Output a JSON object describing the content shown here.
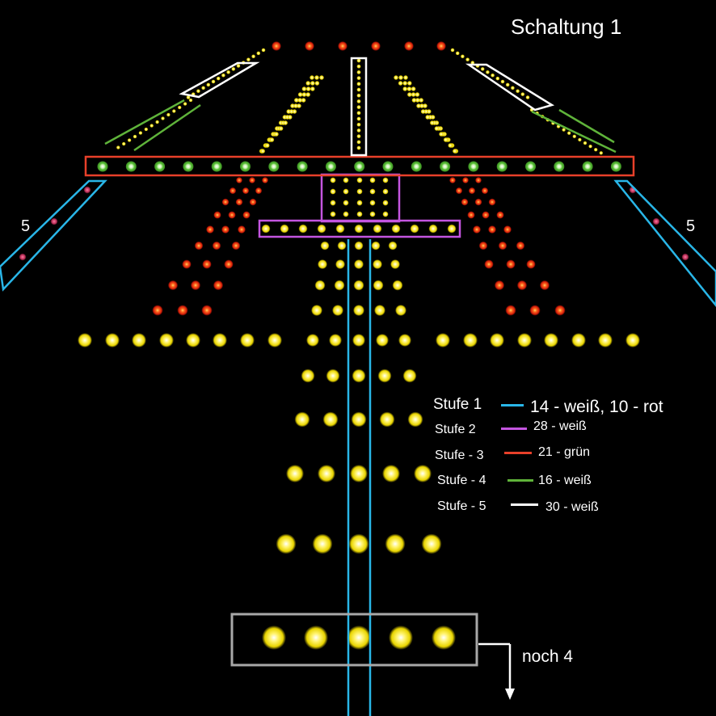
{
  "title": "Schaltung 1",
  "side_label_left": "5",
  "side_label_right": "5",
  "continuation_label": "noch 4",
  "colors": {
    "background": "#000000",
    "stage1": "#29b6e8",
    "stage2": "#c455e0",
    "stage3": "#e8402a",
    "stage4": "#5fb33a",
    "stage5": "#ffffff",
    "frame_bottom": "#a8a8a8",
    "lamp_yellow": "#f5e51f",
    "lamp_red": "#e8301a",
    "lamp_green": "#5cc23a",
    "lamp_magenta": "#c0305a"
  },
  "legend": [
    {
      "stage": "Stufe 1",
      "desc": "14 - weiß, 10 - rot",
      "color": "#29b6e8"
    },
    {
      "stage": "Stufe 2",
      "desc": "28 - weiß",
      "color": "#c455e0"
    },
    {
      "stage": "Stufe - 3",
      "desc": "21 - grün",
      "color": "#e8402a"
    },
    {
      "stage": "Stufe - 4",
      "desc": "16 - weiß",
      "color": "#5fb33a"
    },
    {
      "stage": "Stufe - 5",
      "desc": "30 - weiß",
      "color": "#ffffff"
    }
  ]
}
